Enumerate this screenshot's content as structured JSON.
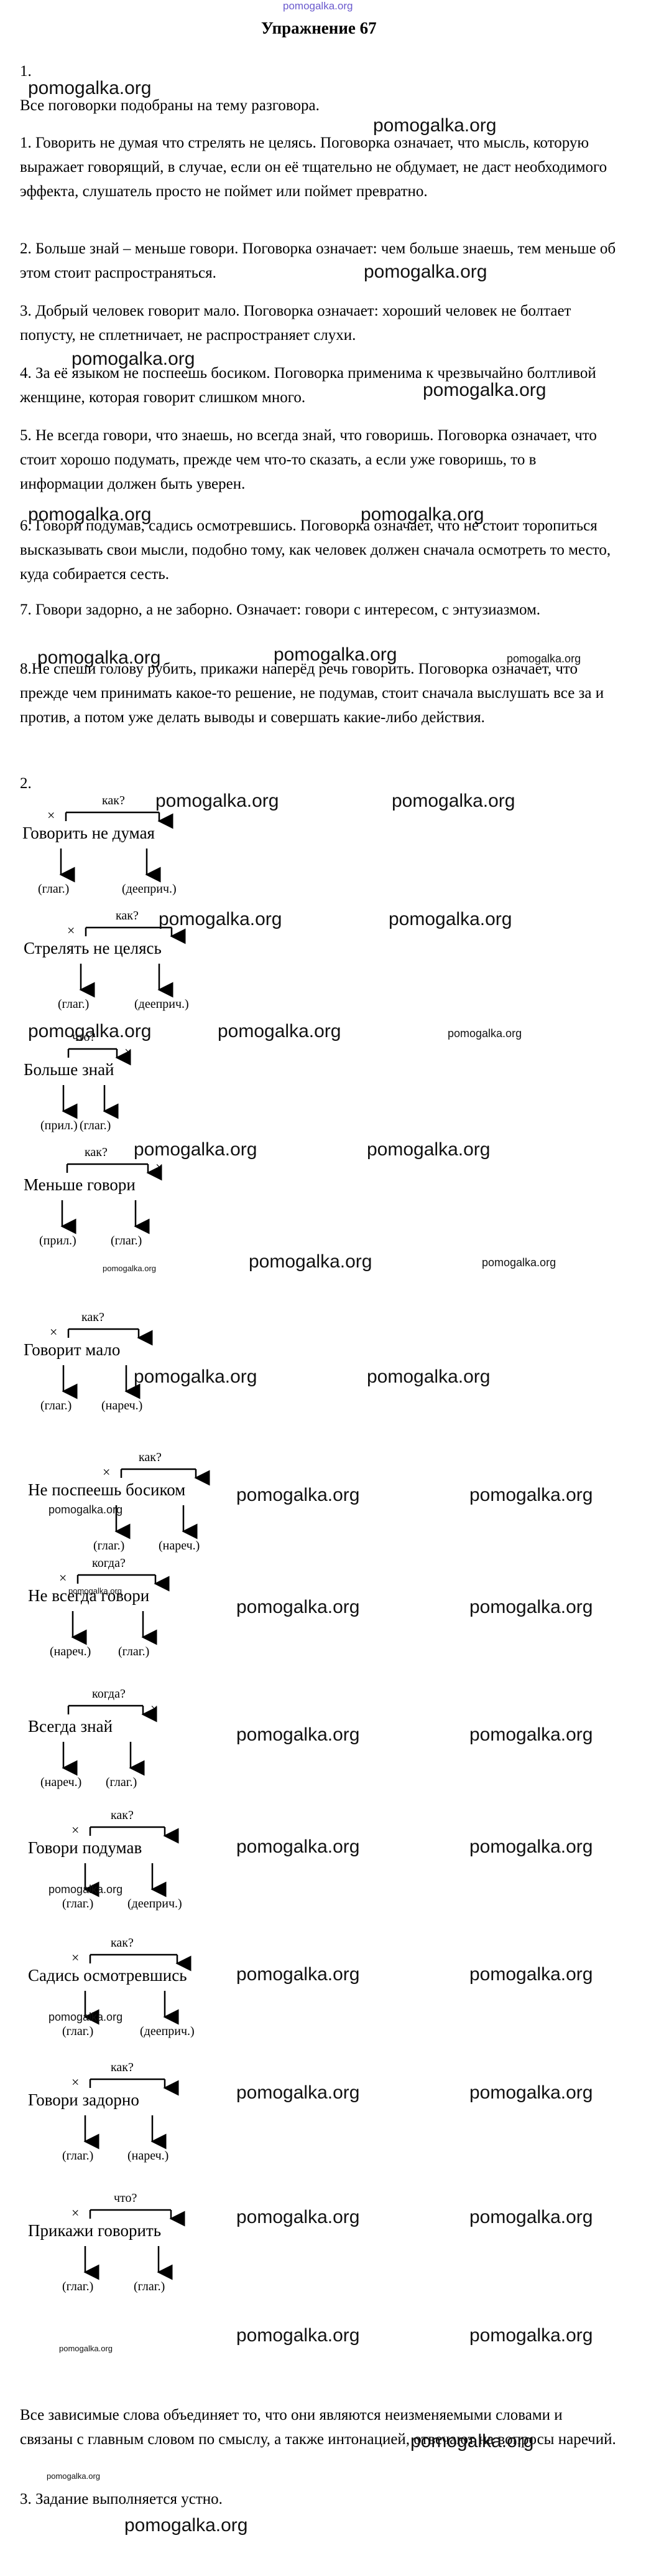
{
  "header": {
    "site": "pomogalka.org",
    "title": "Упражнение 67"
  },
  "watermark": "pomogalka.org",
  "part1": {
    "number": "1.",
    "intro": "Все поговорки подобраны на тему разговора.",
    "items": [
      "1. Говорить не думая что стрелять не целясь. Поговорка означает, что мысль, которую выражает говорящий, в случае, если он её тщательно не обдумает, не даст необходимого эффекта, слушатель просто не поймет или поймет превратно.",
      "2. Больше знай – меньше говори. Поговорка означает: чем больше знаешь, тем меньше об этом стоит распространяться.",
      "3. Добрый человек говорит мало. Поговорка означает: хороший человек не болтает попусту, не сплетничает, не распространяет слухи.",
      "4. За её языком не поспеешь босиком. Поговорка применима к чрезвычайно болтливой женщине, которая говорит слишком много.",
      "5. Не всегда говори, что знаешь, но всегда знай, что говоришь. Поговорка означает, что стоит хорошо подумать, прежде чем что-то сказать, а если уже говоришь, то в информации должен быть уверен.",
      "6. Говори подумав, садись осмотревшись. Поговорка означает, что не стоит торопиться высказывать свои мысли, подобно тому, как человек должен сначала осмотреть то место, куда собирается сесть.",
      "7. Говори задорно, а не заборно. Означает: говори с интересом, с энтузиазмом.",
      "8.Не спеши голову рубить, прикажи наперёд речь говорить. Поговорка означает, что прежде чем принимать какое-то решение, не подумав, стоит сначала выслушать все за и против, а потом уже делать выводы и совершать какие-либо действия."
    ]
  },
  "part2": {
    "number": "2.",
    "mark": "×",
    "diagrams": [
      {
        "phrase": "Говорить не думая",
        "question": "как?",
        "labels": [
          "(глаг.)",
          "(дееприч.)"
        ]
      },
      {
        "phrase": "Стрелять не целясь",
        "question": "как?",
        "labels": [
          "(глаг.)",
          "(дееприч.)"
        ]
      },
      {
        "phrase": "Больше знай",
        "question": "что?",
        "labels": [
          "(прил.)",
          "(глаг.)"
        ]
      },
      {
        "phrase": "Меньше говори",
        "question": "как?",
        "labels": [
          "(прил.)",
          "(глаг.)"
        ]
      },
      {
        "phrase": "Говорит мало",
        "question": "как?",
        "labels": [
          "(глаг.)",
          "(нареч.)"
        ]
      },
      {
        "phrase": "Не поспеешь босиком",
        "question": "как?",
        "labels": [
          "(глаг.)",
          "(нареч.)"
        ]
      },
      {
        "phrase": "Не всегда говори",
        "question": "когда?",
        "labels": [
          "(нареч.)",
          "(глаг.)"
        ]
      },
      {
        "phrase": "Всегда знай",
        "question": "когда?",
        "labels": [
          "(нареч.)",
          "(глаг.)"
        ]
      },
      {
        "phrase": "Говори подумав",
        "question": "как?",
        "labels": [
          "(глаг.)",
          "(дееприч.)"
        ]
      },
      {
        "phrase": "Садись осмотревшись",
        "question": "как?",
        "labels": [
          "(глаг.)",
          "(дееприч.)"
        ]
      },
      {
        "phrase": "Говори задорно",
        "question": "как?",
        "labels": [
          "(глаг.)",
          "(нареч.)"
        ]
      },
      {
        "phrase": "Прикажи говорить",
        "question": "что?",
        "labels": [
          "(глаг.)",
          "(глаг.)"
        ]
      }
    ],
    "conclusion": "Все зависимые слова объединяет то, что они являются неизменяемыми словами и связаны с главным словом по смыслу, а также интонацией, отвечают на вопросы наречий."
  },
  "part3": {
    "text": "3. Задание выполняется устно."
  }
}
